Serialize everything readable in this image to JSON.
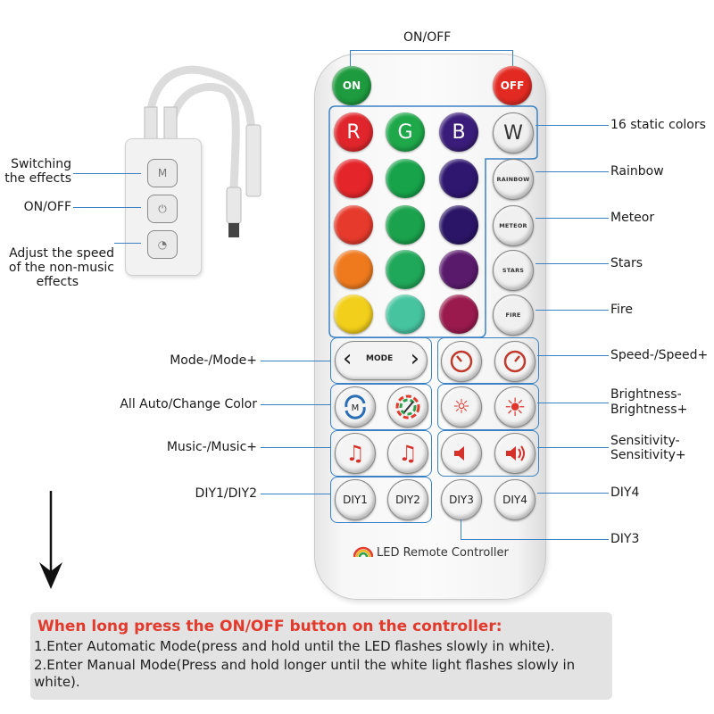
{
  "labels": {
    "onoff_top": "ON/OFF",
    "static_colors": "16 static colors",
    "rainbow": "Rainbow",
    "meteor": "Meteor",
    "stars": "Stars",
    "fire": "Fire",
    "speed": "Speed-/Speed+",
    "brightness_1": "Brightness-",
    "brightness_2": "Brightness+",
    "sensitivity_1": "Sensitivity-",
    "sensitivity_2": "Sensitivity+",
    "diy4": "DIY4",
    "diy3": "DIY3",
    "mode": "Mode-/Mode+",
    "auto": "All Auto/Change Color",
    "music": "Music-/Music+",
    "diy12": "DIY1/DIY2",
    "switch_1": "Switching",
    "switch_2": "the effects",
    "ctrl_onoff": "ON/OFF",
    "speed_adj_1": "Adjust the speed",
    "speed_adj_2": "of the non-music",
    "speed_adj_3": "effects"
  },
  "remote": {
    "on": "ON",
    "off": "OFF",
    "r": "R",
    "g": "G",
    "b": "B",
    "w": "W",
    "rainbow": "RAINBOW",
    "meteor": "METEOR",
    "stars": "STARS",
    "fire": "FIRE",
    "mode": "MODE",
    "diy1": "DIY1",
    "diy2": "DIY2",
    "diy3": "DIY3",
    "diy4": "DIY4",
    "brand": "LED Remote Controller"
  },
  "colors": {
    "row1": [
      "#e0262c",
      "#1ea84a",
      "#3a1d7a"
    ],
    "row2": [
      "#e4262a",
      "#16a34a",
      "#2f1770"
    ],
    "row3": [
      "#e63a2c",
      "#1aa24c",
      "#2a1566"
    ],
    "row4": [
      "#ef7a1e",
      "#20a85a",
      "#5a1a6c"
    ],
    "row5": [
      "#f2cf1a",
      "#46c4a0",
      "#9a1a4e"
    ],
    "accent": "#3a82c4",
    "note_red": "#e23a2c"
  },
  "note": {
    "title": "When long press the ON/OFF button on the controller:",
    "line1": "1.Enter Automatic Mode(press and hold until the LED flashes slowly in white).",
    "line2": "2.Enter Manual Mode(Press and hold longer until the white light flashes slowly in",
    "line3": "white)."
  }
}
